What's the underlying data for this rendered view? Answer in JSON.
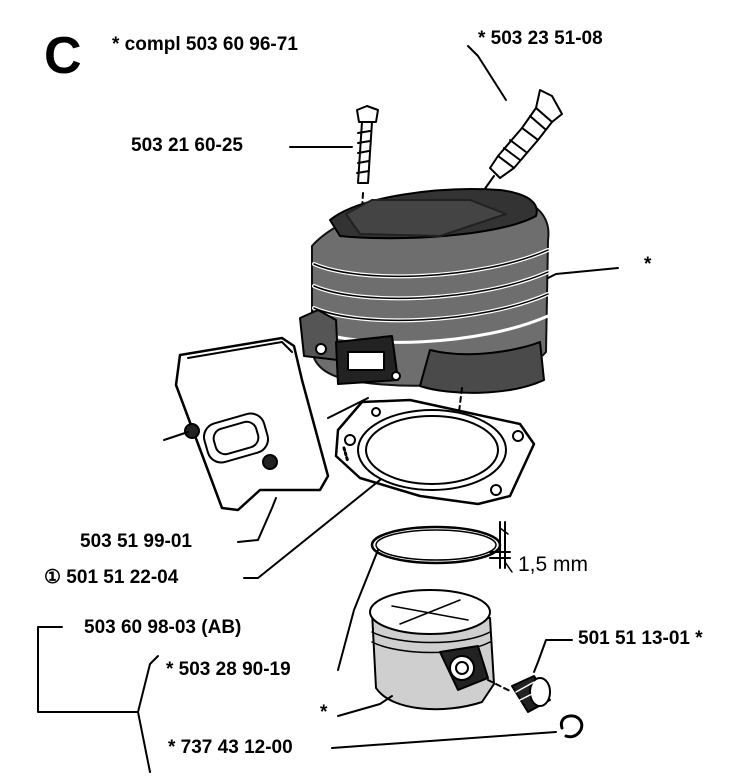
{
  "section": {
    "letter": "C",
    "complete_label": "* compl 503 60 96-71"
  },
  "parts": {
    "bolt": "503 21 60-25",
    "spark_plug": "* 503 23 51-08",
    "cylinder": "*",
    "muffler_gasket": "503 51 99-01",
    "cylinder_gasket": "① 501 51 22-04",
    "piston_kit": "503 60 98-03 (AB)",
    "piston_ring": "* 503 28 90-19",
    "needle_bearing": "501 51 13-01  *",
    "piston": "*",
    "circlip": "* 737 43 12-00"
  },
  "dimension": {
    "ring_gap": "1,5 mm"
  }
}
